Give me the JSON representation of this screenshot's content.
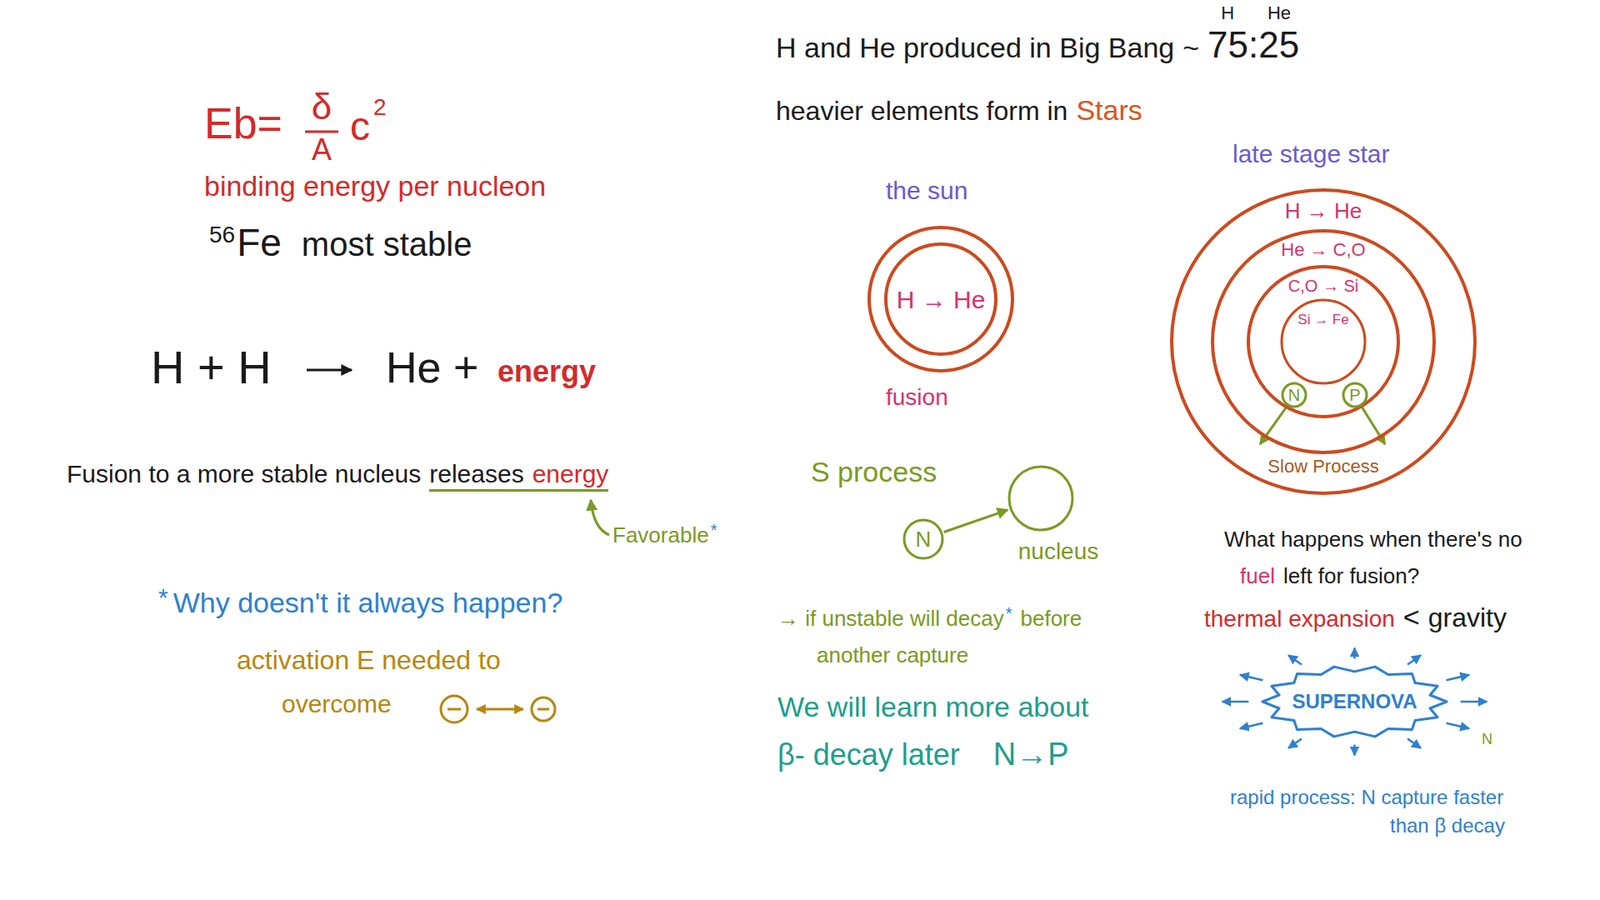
{
  "diagram": {
    "nodes": [
      {
        "text": [
          "H → He"
        ]
      },
      {
        "text": [
          "H → He"
        ]
      },
      {
        "text": [
          "He → C,O"
        ],
        "in": 1
      },
      {
        "text": [
          "C,O → Si"
        ],
        "in": 2
      },
      {
        "text": [
          "Si → Fe"
        ],
        "in": 3
      },
      {
        "text": [
          "N"
        ],
        "in": 3
      },
      {
        "text": [
          "P"
        ],
        "in": 3
      },
      {
        "text": [
          "N"
        ]
      },
      {
        "text": [
          "nucleus"
        ]
      },
      {
        "text": [
          "SUPERNOVA"
        ]
      }
    ],
    "edges": [
      {
        "from": 7,
        "to": 8,
        "arrow": "to"
      }
    ],
    "labels": [
      "Eb=",
      "δ",
      "A",
      "c",
      "2",
      "binding energy per nucleon",
      "56",
      "Fe",
      "most stable",
      "H + H",
      "He +",
      "energy",
      "Fusion to a more stable nucleus",
      "releases",
      "energy",
      "Favorable",
      "*",
      "*",
      "Why doesn't it always happen?",
      "activation E needed to",
      "overcome",
      "H and He produced in Big Bang",
      "~",
      "H",
      "He",
      "75:25",
      "heavier elements form in",
      "Stars",
      "the sun",
      "fusion",
      "late stage star",
      "Slow Process",
      "S process",
      "→ if unstable will decay",
      "*",
      "before",
      "another capture",
      "We will learn more about",
      "β- decay later",
      "N→P",
      "What happens when there's no",
      "fuel",
      "left for fusion?",
      "thermal expansion",
      "<",
      "gravity",
      "N",
      "rapid process: N capture faster",
      "than β decay"
    ]
  }
}
